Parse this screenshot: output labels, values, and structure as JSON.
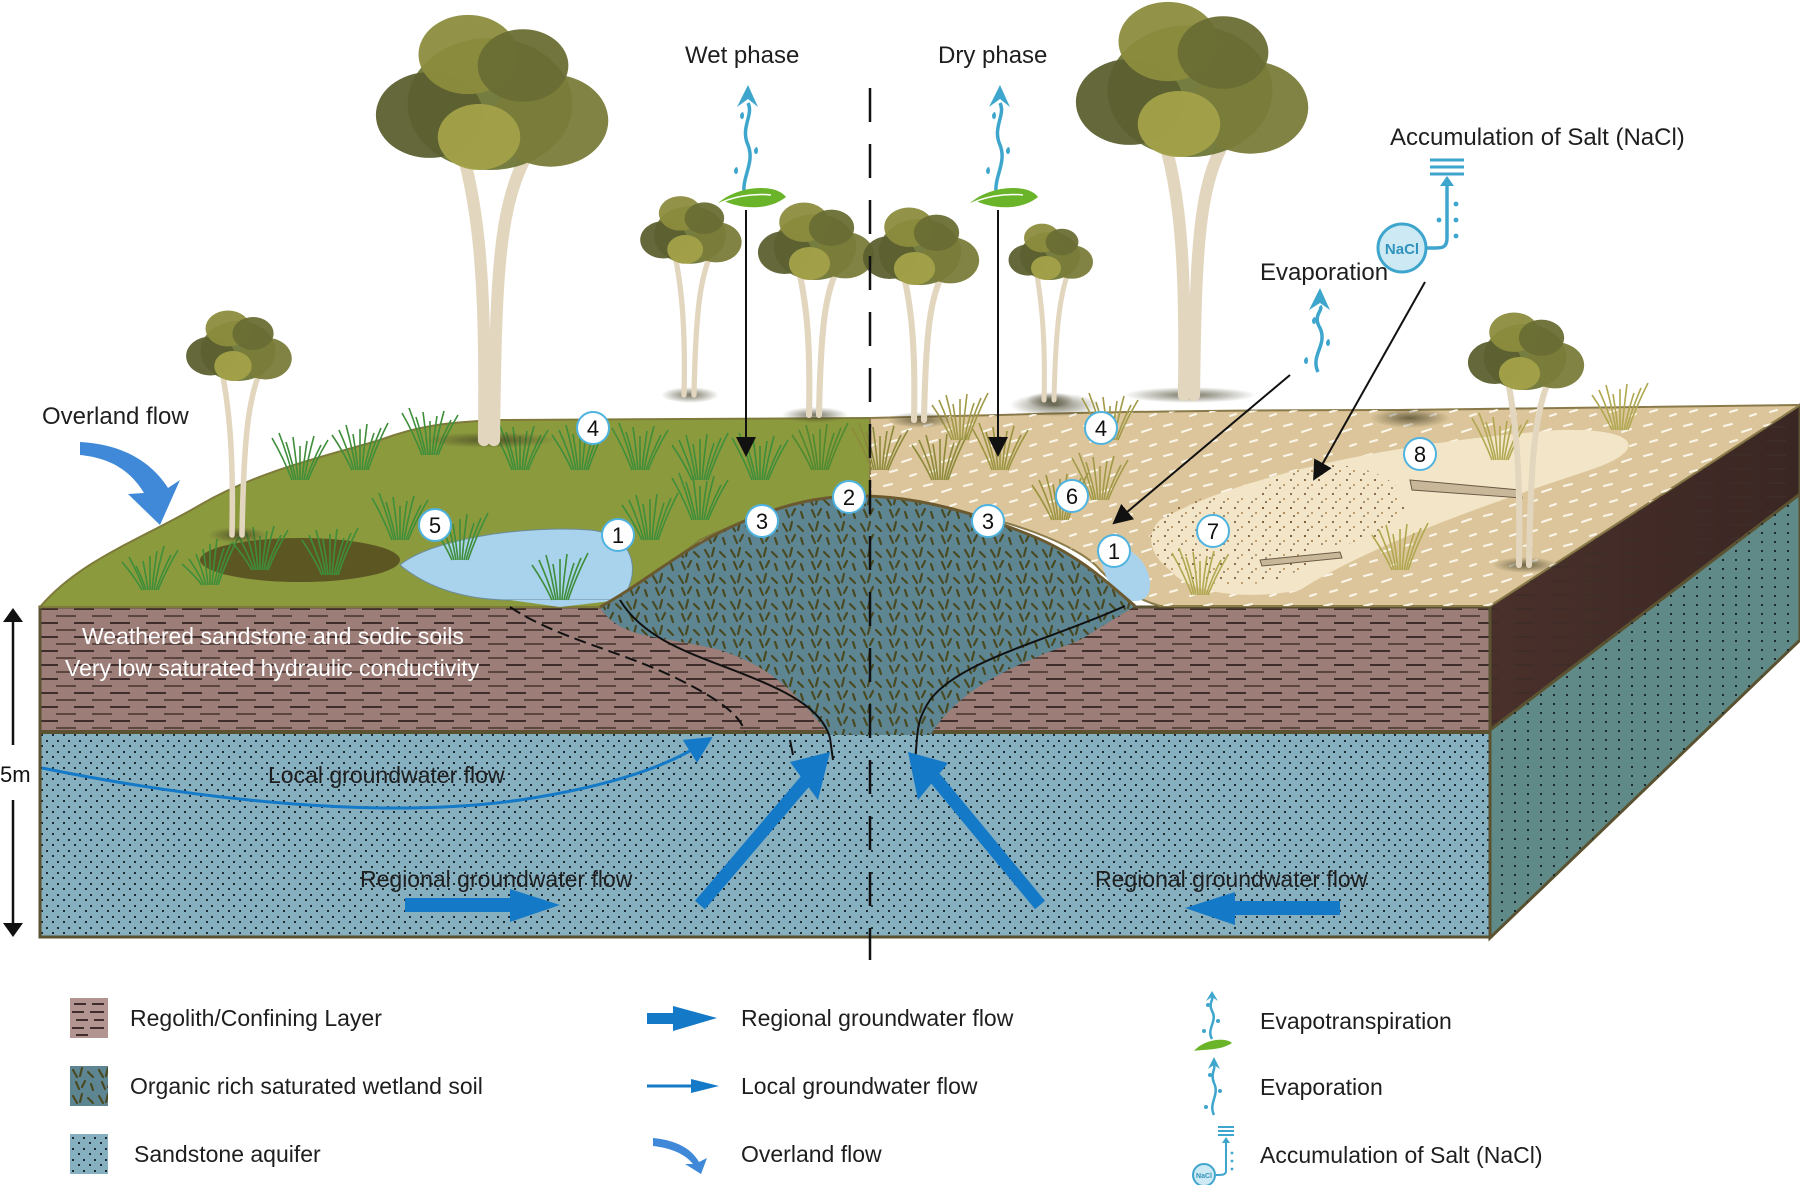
{
  "diagram": {
    "title_labels": {
      "wet_phase": "Wet phase",
      "dry_phase": "Dry phase"
    },
    "annotations": {
      "accumulation_of_salt": "Accumulation of Salt (NaCl)",
      "evaporation": "Evaporation",
      "overland_flow": "Overland flow",
      "nacl_badge": "NaCl"
    },
    "layers": {
      "regolith_line1": "Weathered sandstone and sodic soils",
      "regolith_line2": "Very low saturated hydraulic conductivity"
    },
    "flows": {
      "local_groundwater": "Local groundwater flow",
      "regional_left": "Regional groundwater flow",
      "regional_right": "Regional groundwater flow"
    },
    "scale_bar": "5m",
    "markers": [
      "4",
      "5",
      "1",
      "3",
      "2",
      "3",
      "4",
      "6",
      "1",
      "7",
      "8"
    ],
    "colors": {
      "grass_top": "#8c9a3e",
      "dry_top": "#dcc59a",
      "salt_pan": "#f3e6c8",
      "regolith": "#9c7d78",
      "regolith_side": "#4e3530",
      "aquifer": "#86afc0",
      "aquifer_side": "#5f8a88",
      "wetland_soil": "#5d8592",
      "water": "#a9d2ec",
      "flow_arrow": "#1479c6",
      "evap_blue": "#3ea6cc",
      "leaf_green": "#6ab42a",
      "tree_canopy": "#6f7636",
      "tree_trunk": "#e3d6bf",
      "marker_ring": "#4fb3e0",
      "outline": "#5a5230"
    }
  },
  "legend": {
    "items": [
      {
        "label": "Regolith/Confining Layer",
        "icon": "regolith-swatch"
      },
      {
        "label": "Organic rich saturated wetland soil",
        "icon": "wetland-soil-swatch"
      },
      {
        "label": "Sandstone aquifer",
        "icon": "sandstone-aquifer-swatch"
      },
      {
        "label": "Regional groundwater flow",
        "icon": "thick-arrow-icon"
      },
      {
        "label": "Local groundwater flow",
        "icon": "thin-arrow-icon"
      },
      {
        "label": "Overland flow",
        "icon": "curved-arrow-icon"
      },
      {
        "label": "Evapotranspiration",
        "icon": "evapotranspiration-icon"
      },
      {
        "label": "Evaporation",
        "icon": "evaporation-icon"
      },
      {
        "label": "Accumulation of Salt (NaCl)",
        "icon": "salt-accumulation-icon"
      }
    ]
  }
}
